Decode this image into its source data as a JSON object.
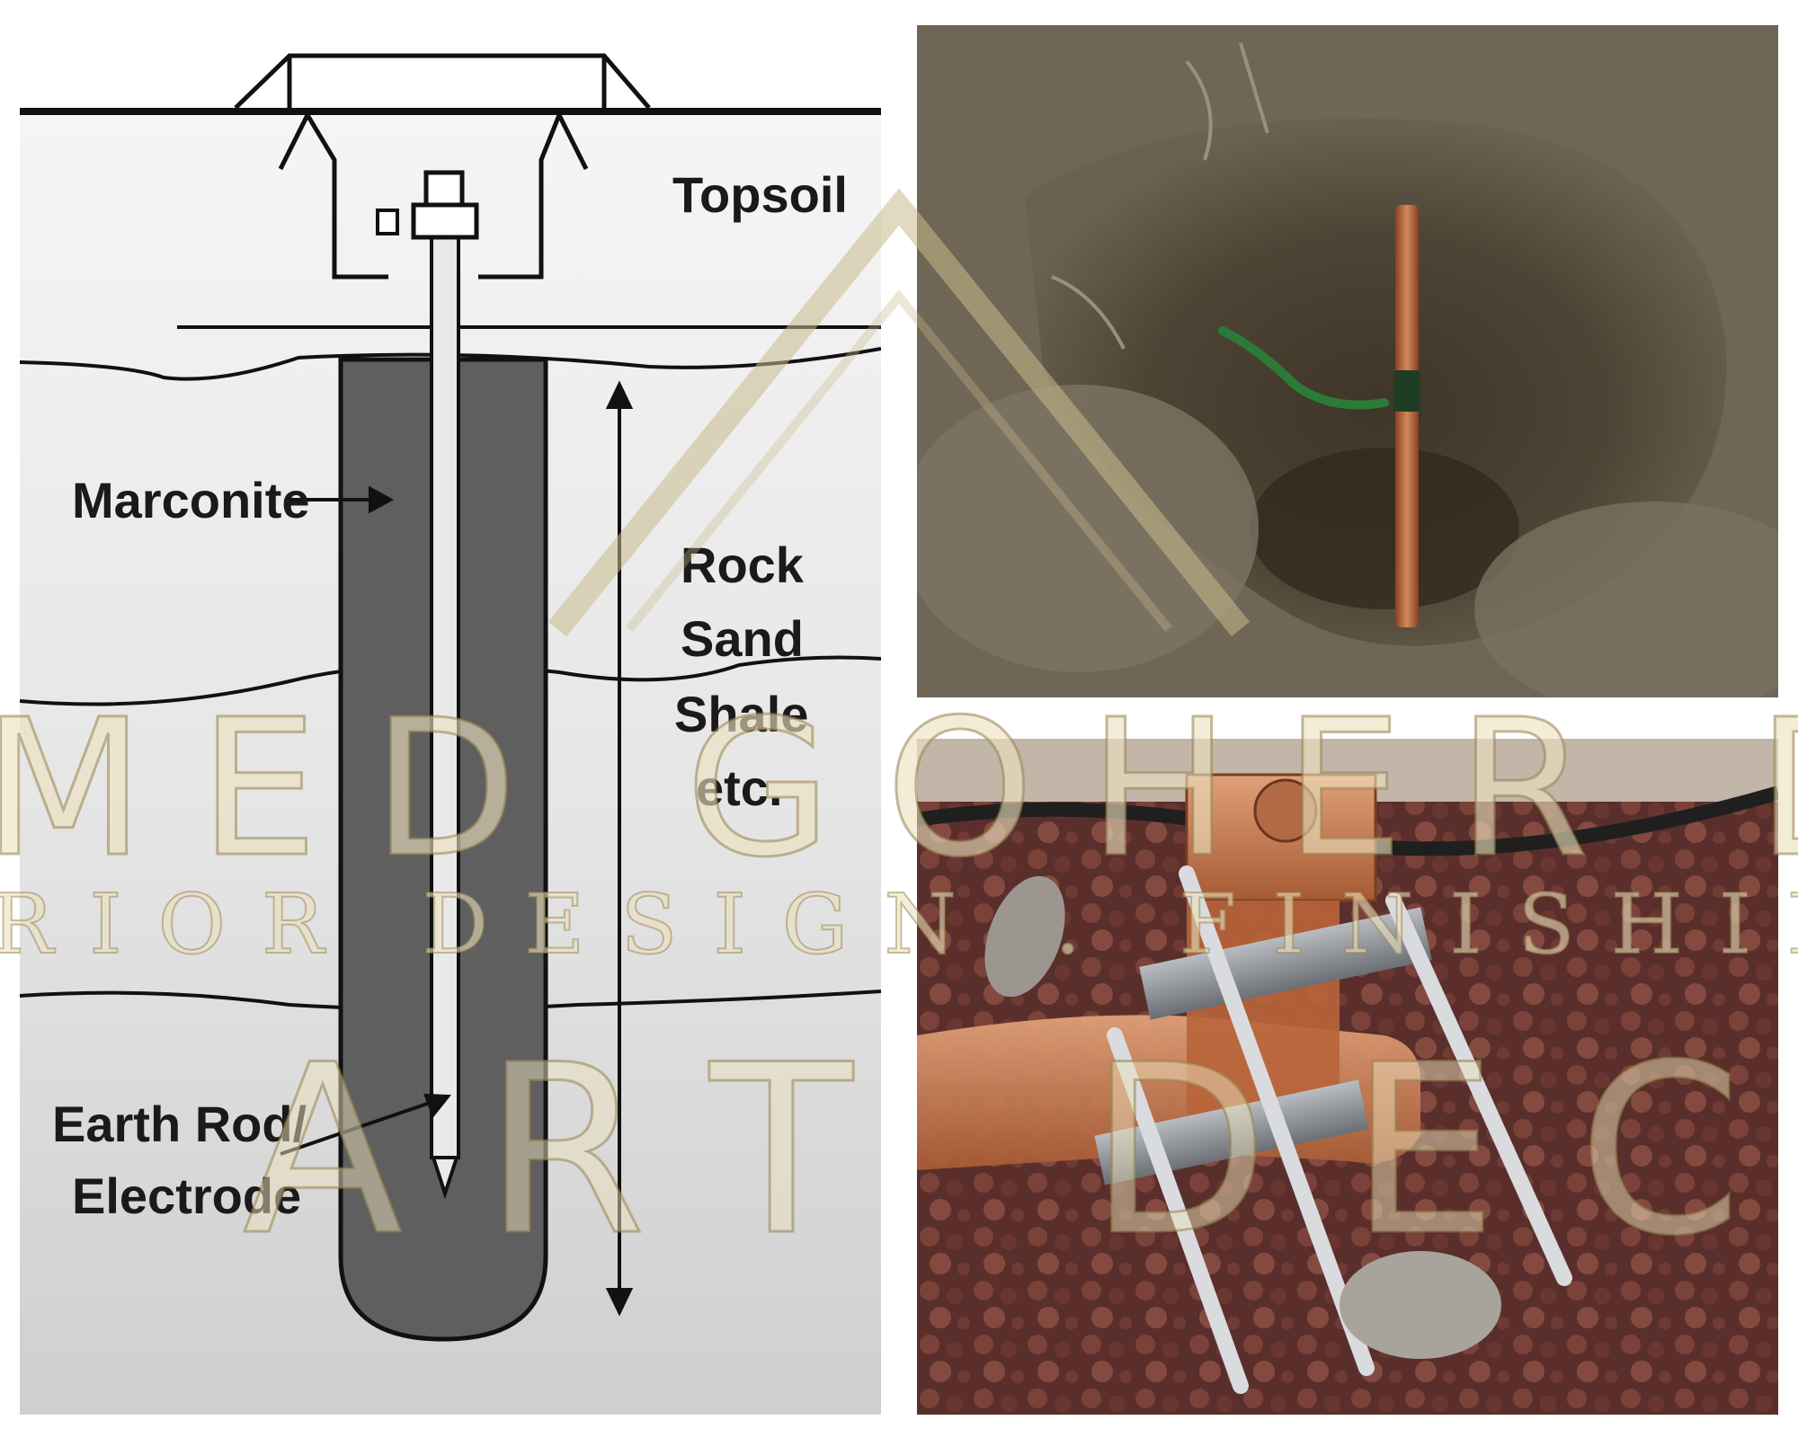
{
  "diagram": {
    "labels": {
      "topsoil": "Topsoil",
      "marconite": "Marconite",
      "strata_1": "Rock",
      "strata_2": "Sand",
      "strata_3": "Shale",
      "strata_4": "etc.",
      "rod_1": "Earth Rod/",
      "rod_2": "Electrode"
    }
  },
  "watermark": {
    "line1": "MED GOHER DESIG",
    "line2": "RIOR DESIGN . FINISHING CONTRAC",
    "line3": "ART DECO"
  },
  "colors": {
    "marconite": "#5f5f5f",
    "soil": "#5a4f42",
    "copper": "#b8643a",
    "lava_rock": "#6e3a34",
    "watermark_gold": "#ebe1be"
  }
}
